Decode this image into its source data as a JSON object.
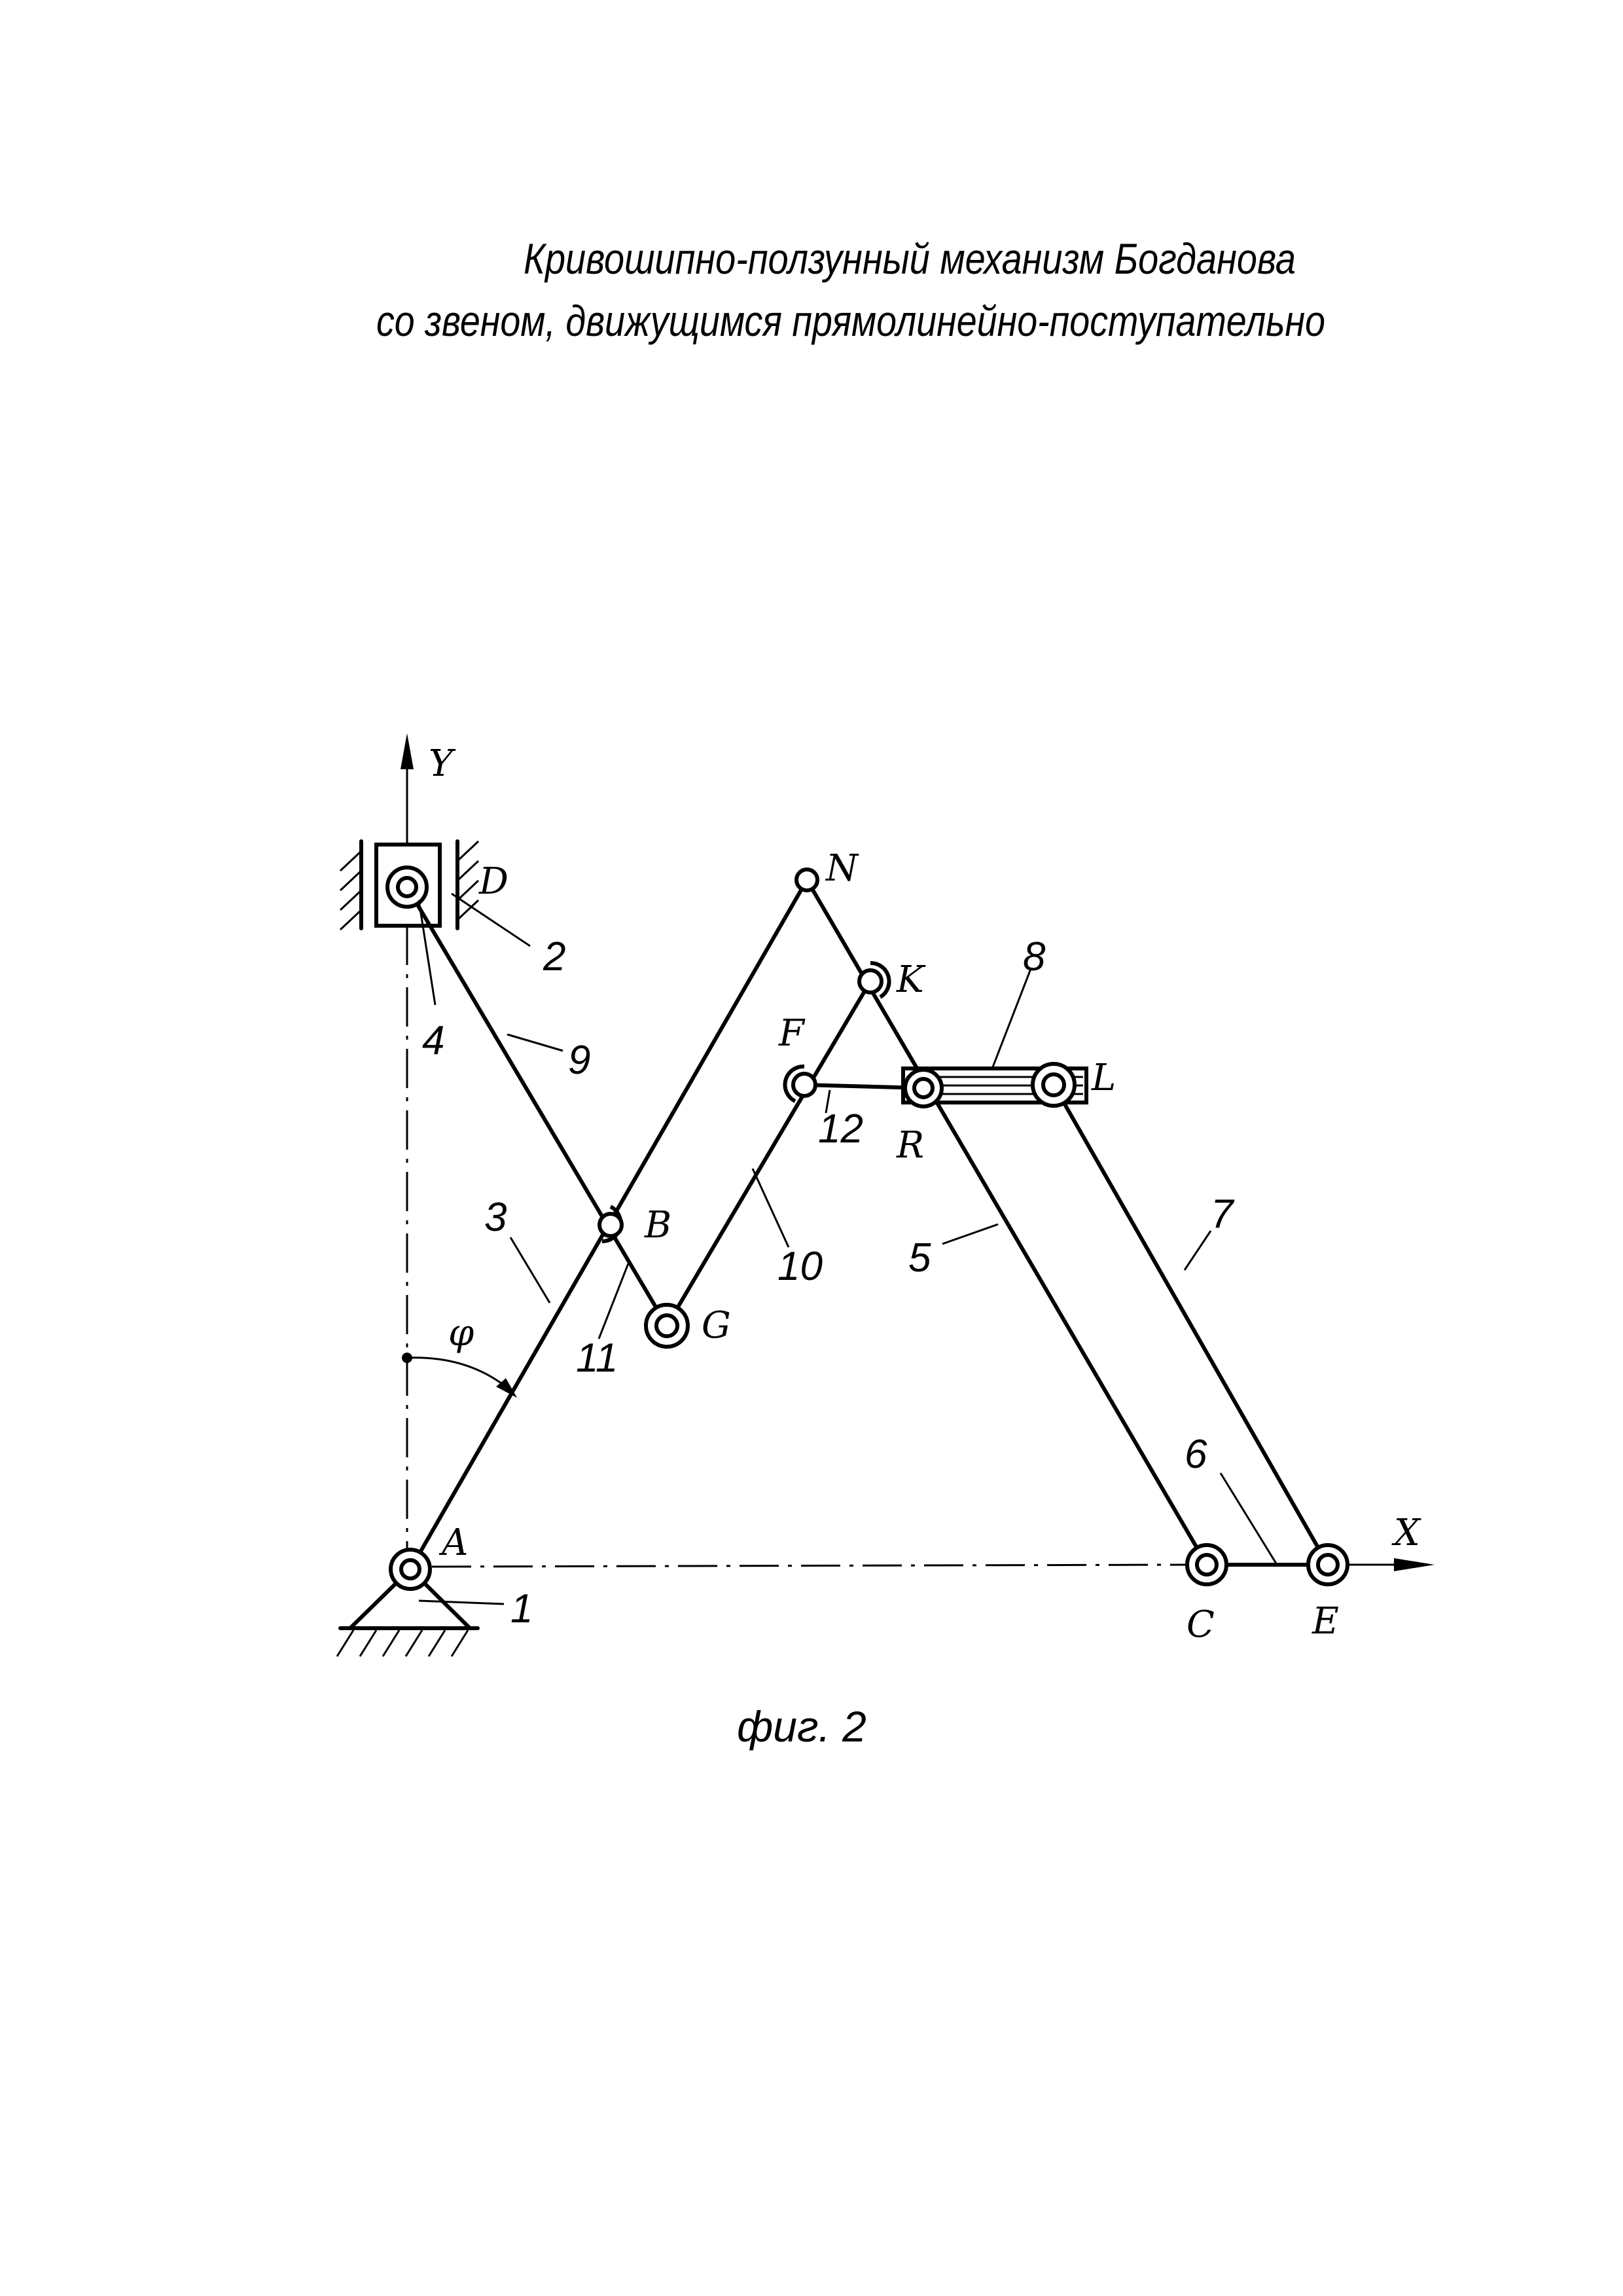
{
  "title": {
    "line1": "Кривошипно-ползунный механизм Богданова",
    "line2": "со звеном, движущимся прямолинейно-поступательно"
  },
  "caption": "фиг. 2",
  "axes": {
    "y": "Y",
    "x": "X"
  },
  "angle": "φ",
  "points": {
    "A": "A",
    "B": "B",
    "C": "C",
    "D": "D",
    "E": "E",
    "F": "F",
    "G": "G",
    "K": "K",
    "L": "L",
    "N": "N",
    "R": "R"
  },
  "links": {
    "l1": "1",
    "l2": "2",
    "l3": "3",
    "l4": "4",
    "l5": "5",
    "l6": "6",
    "l7": "7",
    "l8": "8",
    "l9": "9",
    "l10": "10",
    "l11": "11",
    "l12": "12"
  }
}
